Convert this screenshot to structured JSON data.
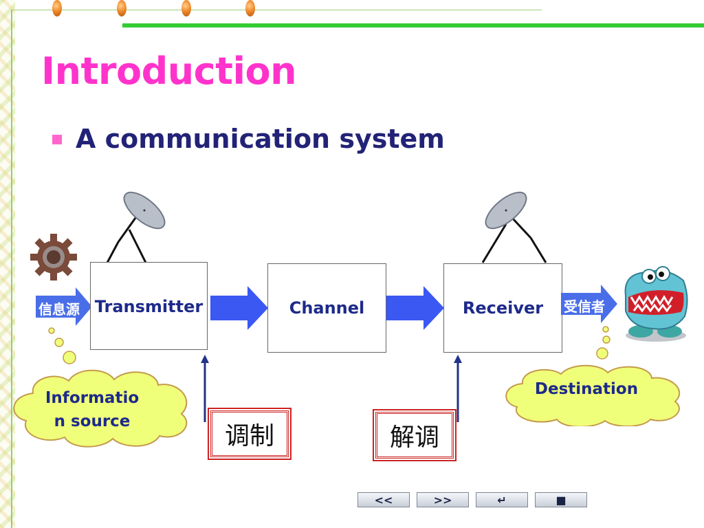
{
  "slide": {
    "title": "Introduction",
    "bullet": "A communication system"
  },
  "diagram": {
    "transmitter_label": "Transmitter",
    "channel_label": "Channel",
    "receiver_label": "Receiver",
    "source_arrow_label": "信息源",
    "dest_arrow_label": "受信者",
    "modulation_label": "调制",
    "demodulation_label": "解调",
    "info_source_line1": "Informatio",
    "info_source_line2": "n source",
    "destination_label": "Destination"
  },
  "nav": {
    "prev": "<<",
    "next": ">>",
    "return": "↵",
    "stop": "■"
  },
  "colors": {
    "title": "#ff33cc",
    "bullet_square": "#ff66cc",
    "bullet_text": "#222277",
    "box_text": "#1d2a8a",
    "arrow_blue": "#3b58f2",
    "cloud_fill": "#f0ff7a",
    "stamp_red": "#cc2222",
    "green_rule": "#33cc33"
  },
  "icons": [
    "antenna-dish-icon",
    "gear-icon",
    "monster-icon",
    "arrow-right-icon",
    "arrow-up-icon"
  ]
}
